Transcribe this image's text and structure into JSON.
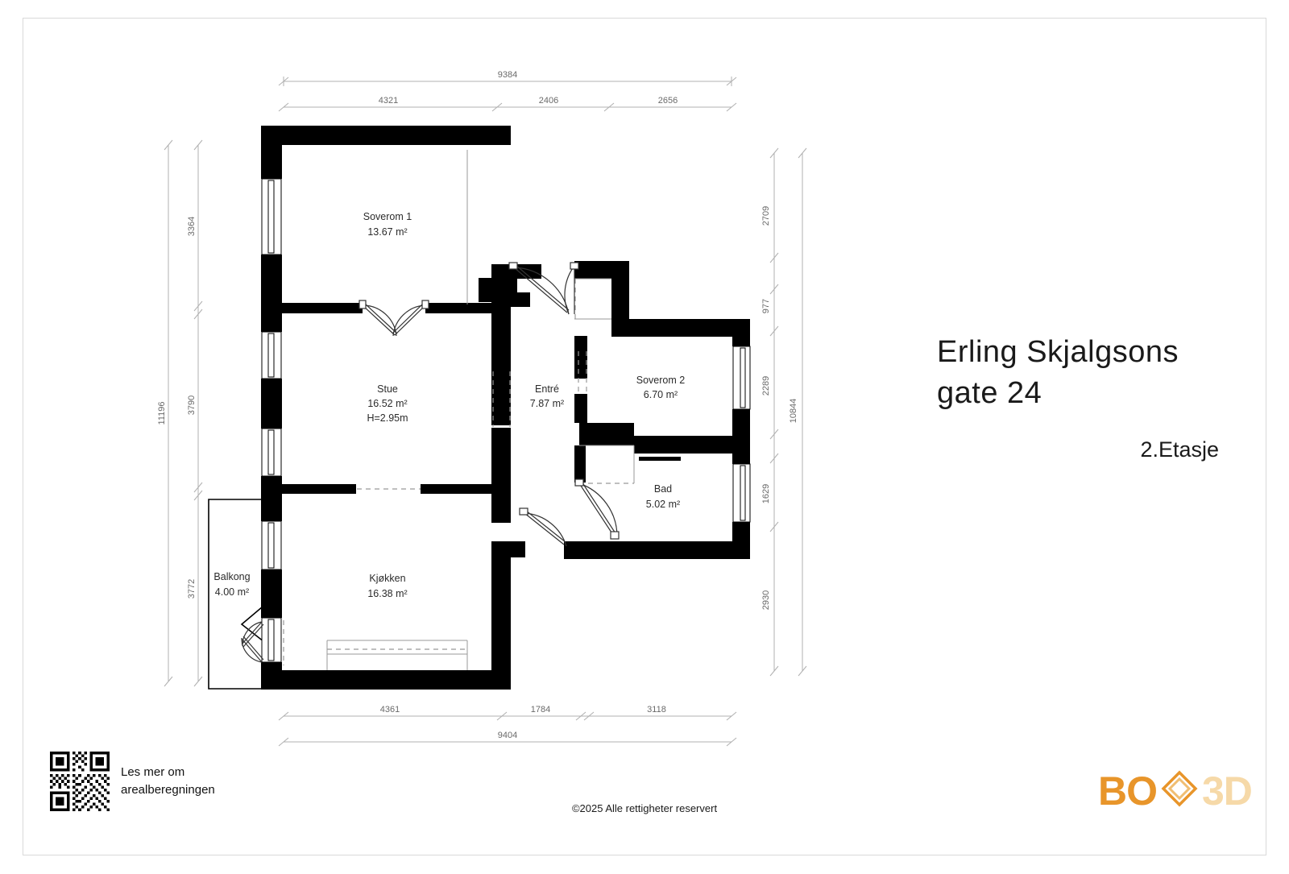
{
  "document": {
    "title_line1": "Erling  Skjalgsons",
    "title_line2": "gate 24",
    "floor_label": "2.Etasje",
    "copyright": "©2025 Alle rettigheter reservert"
  },
  "qr": {
    "caption_line1": "Les mer om",
    "caption_line2": "arealberegningen",
    "icon": "qr-code-icon"
  },
  "logo": {
    "text_left": "BO",
    "text_right": "3D",
    "mark": "diamond-icon",
    "color_left": "#E8952A",
    "color_right": "#F6D9A8"
  },
  "rooms": [
    {
      "id": "soverom1",
      "name": "Soverom 1",
      "area": "13.67 m²",
      "height": ""
    },
    {
      "id": "stue",
      "name": "Stue",
      "area": "16.52 m²",
      "height": "H=2.95m"
    },
    {
      "id": "entre",
      "name": "Entré",
      "area": "7.87 m²",
      "height": ""
    },
    {
      "id": "soverom2",
      "name": "Soverom 2",
      "area": "6.70 m²",
      "height": ""
    },
    {
      "id": "bad",
      "name": "Bad",
      "area": "5.02 m²",
      "height": ""
    },
    {
      "id": "kjokken",
      "name": "Kjøkken",
      "area": "16.38 m²",
      "height": ""
    },
    {
      "id": "balkong",
      "name": "Balkong",
      "area": "4.00 m²",
      "height": ""
    }
  ],
  "dimensions": {
    "top_total": "9384",
    "top_segments": [
      "4321",
      "2406",
      "2656"
    ],
    "bottom_total": "9404",
    "bottom_segments": [
      "4361",
      "1784",
      "3118"
    ],
    "left_total": "11196",
    "left_segments": [
      "3364",
      "3790",
      "3772"
    ],
    "right_total": "10844",
    "right_segments": [
      "2709",
      "977",
      "2289",
      "1629",
      "2930"
    ]
  },
  "style": {
    "wall_color": "#000000",
    "dim_line_color": "#b0b0b0",
    "dim_text_color": "#6a6a6a",
    "room_text_color": "#2b2b2b",
    "border_color": "#d9d9d9"
  }
}
